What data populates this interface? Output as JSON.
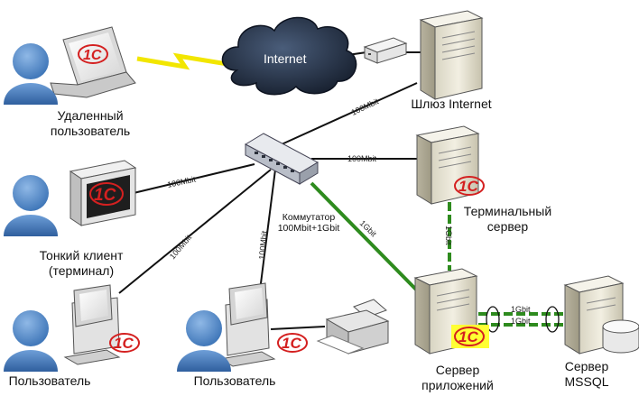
{
  "nodes": {
    "remote_user": "Удаленный пользователь",
    "gateway": "Шлюз Internet",
    "thin_client": "Тонкий клиент (терминал)",
    "terminal_server": "Терминальный сервер",
    "switch": "Коммутатор 100Mbit+1Gbit",
    "user_left": "Пользователь",
    "user_mid": "Пользователь",
    "app_server": "Сервер приложений",
    "mssql_server": "Сервер MSSQL"
  },
  "internet_label": "Internet",
  "logo_text": "1С",
  "link_labels": {
    "switch_gateway": "100Mbit",
    "switch_terminal": "100Mbit",
    "switch_thin": "100Mbit",
    "switch_user_left": "100Mbit",
    "switch_user_mid": "100Mbit",
    "switch_app": "1Gbit",
    "terminal_app": "1Gbit",
    "app_mssql_1": "1Gbit",
    "app_mssql_2": "1Gbit"
  },
  "colors": {
    "link_100mbit": "#111111",
    "link_1gbit": "#2e8b1e",
    "wireless": "#f2e600",
    "logo_red": "#d42020",
    "logo_highlight": "#ffff33",
    "person": "#4d86c6"
  }
}
